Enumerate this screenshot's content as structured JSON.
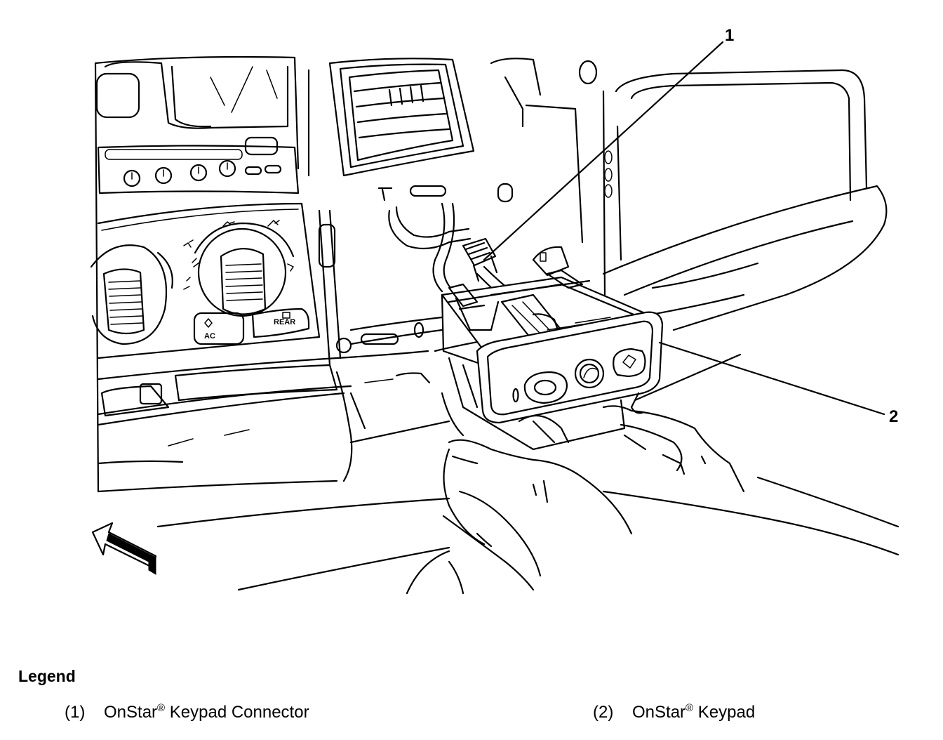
{
  "illustration": {
    "callouts": [
      {
        "number": "1"
      },
      {
        "number": "2"
      }
    ],
    "panel_labels": {
      "ac": "AC",
      "rear": "REAR"
    },
    "icons": [
      "forward-direction-arrow-icon",
      "hvac-knob-icon",
      "onstar-button-icon"
    ]
  },
  "legend": {
    "title": "Legend",
    "items": [
      {
        "number": "(1)",
        "brand": "OnStar",
        "mark": "®",
        "text": " Keypad Connector"
      },
      {
        "number": "(2)",
        "brand": "OnStar",
        "mark": "®",
        "text": " Keypad"
      }
    ]
  }
}
